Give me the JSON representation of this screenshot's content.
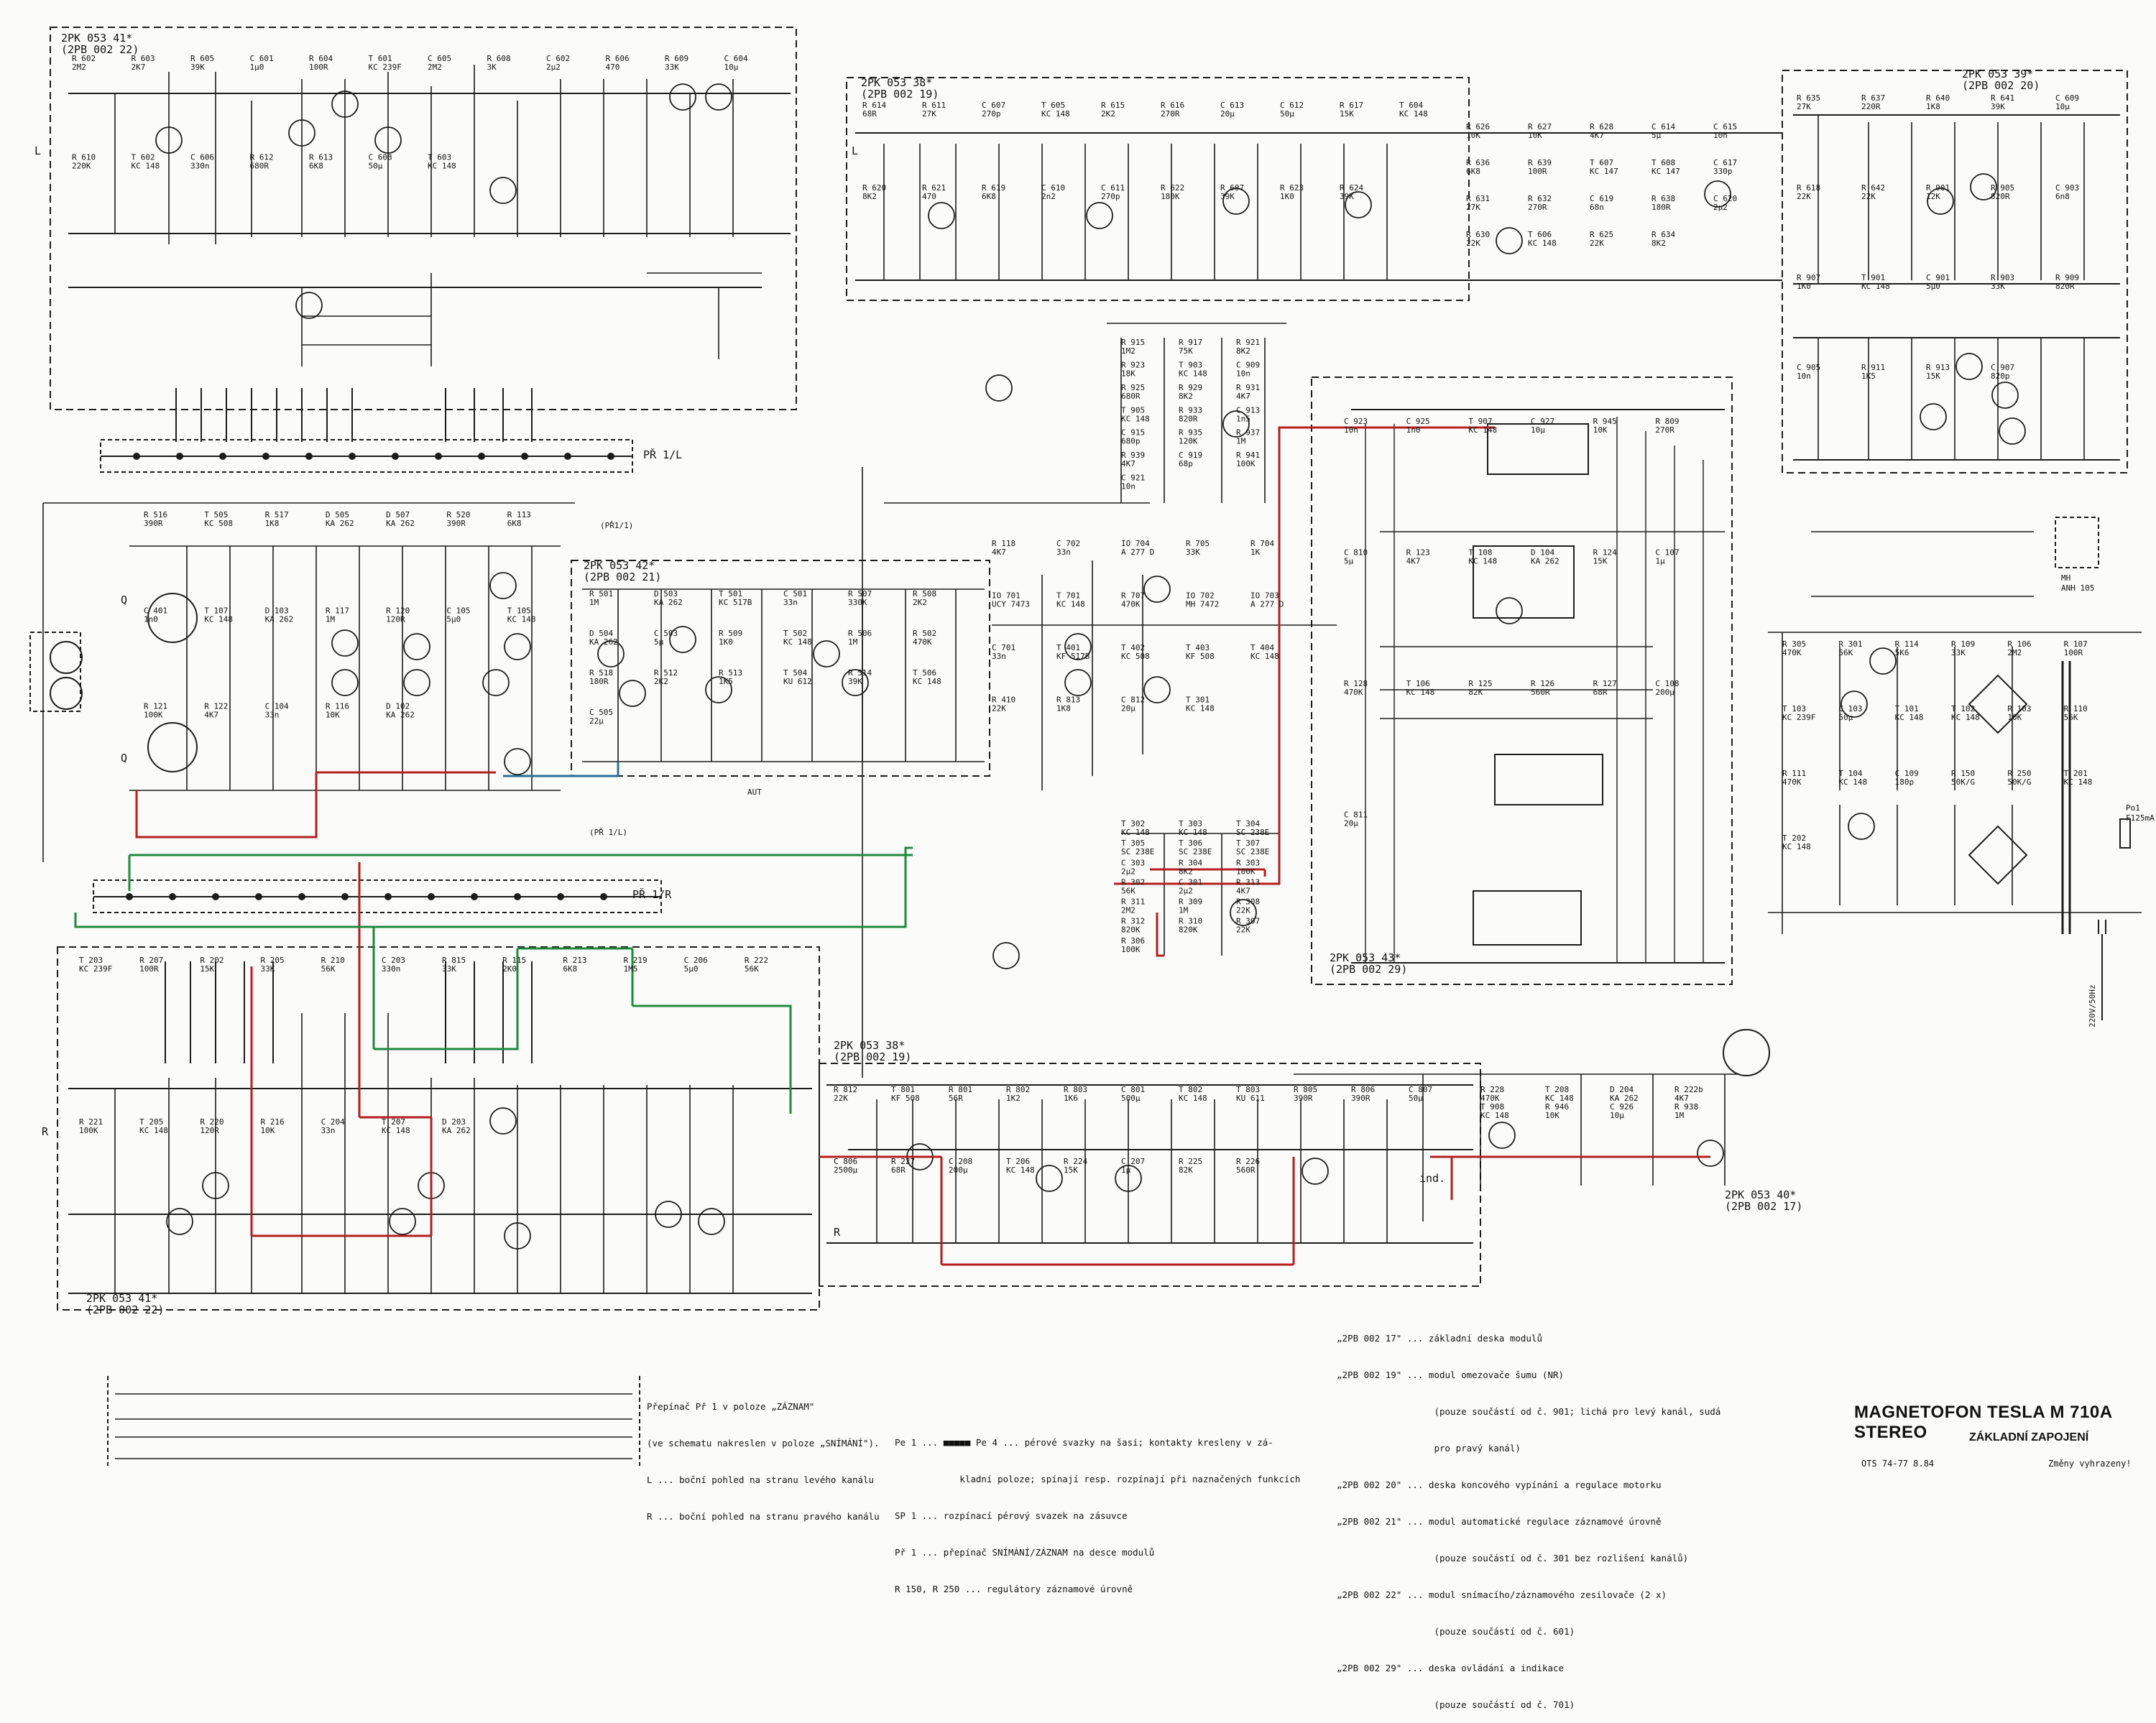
{
  "title": "MAGNETOFON TESLA M 710A STEREO",
  "subtitle": "ZÁKLADNÍ ZAPOJENÍ",
  "footer": {
    "code": "OTS 74-77 8.84",
    "note": "Změny vyhrazeny!"
  },
  "legend_switch": [
    "Přepínač Př 1 v poloze „ZÁZNAM\"",
    "(ve schematu nakreslen v poloze „SNÍMÁNÍ\").",
    "L ... boční pohled na stranu levého kanálu",
    "R ... boční pohled na stranu pravého kanálu"
  ],
  "legend_functions": [
    "Pe 1 ... ■■■■■ Pe 4 ... pérové svazky na šasi; kontakty kresleny v zá-",
    "            kladní poloze; spínají resp. rozpínají při naznačených funkcích",
    "SP 1 ... rozpínací pérový svazek na zásuvce",
    "Př 1 ... přepínač SNÍMÁNÍ/ZÁZNAM na desce modulů",
    "R 150, R 250 ... regulátory záznamové úrovně"
  ],
  "legend_modules": [
    "„2PB 002 17\" ... základní deska modulů",
    "„2PB 002 19\" ... modul omezovače šumu (NR)",
    "                  (pouze součástí od č. 901; lichá pro levý kanál, sudá",
    "                  pro pravý kanál)",
    "„2PB 002 20\" ... deska koncového vypínání a regulace motorku",
    "„2PB 002 21\" ... modul automatické regulace záznamové úrovně",
    "                  (pouze součástí od č. 301 bez rozlišení kanálů)",
    "„2PB 002 22\" ... modul snímacího/záznamového zesilovače (2 x)",
    "                  (pouze součástí od č. 601)",
    "„2PB 002 29\" ... deska ovládání a indikace",
    "                  (pouze součástí od č. 701)"
  ],
  "module_labels": [
    {
      "id": "m-top-left",
      "line1": "2PK 053 41*",
      "line2": "(2PB 002 22)"
    },
    {
      "id": "m-top-nr",
      "line1": "2PK 053 38*",
      "line2": "(2PB 002 19)"
    },
    {
      "id": "m-top-right",
      "line1": "2PK 053 39*",
      "line2": "(2PB 002 20)"
    },
    {
      "id": "m-alc",
      "line1": "2PK 053 42*",
      "line2": "(2PB 002 21)"
    },
    {
      "id": "m-ctrl",
      "line1": "2PK 053 43*",
      "line2": "(2PB 002 29)"
    },
    {
      "id": "m-bottom-left",
      "line1": "2PK 053 41*",
      "line2": "(2PB 002 22)"
    },
    {
      "id": "m-bottom-nr",
      "line1": "2PK 053 38*",
      "line2": "(2PB 002 19)"
    },
    {
      "id": "m-base",
      "line1": "2PK 053 40*",
      "line2": "(2PB 002 17)"
    }
  ],
  "switch_labels": {
    "pr1l": "PŘ 1/L",
    "pr1r": "PŘ 1/R",
    "pr1_1": "(PŘ1/1)",
    "pr1l_b": "(PŘ 1/L)"
  },
  "side_labels": {
    "left_l": "L",
    "left_r": "R",
    "nr_l": "L",
    "nr_r": "R",
    "ind": "ind.",
    "aut": "AUT",
    "mains": "220V/50Hz",
    "fuse": "Po1",
    "fuse_val": "F125mA",
    "head": "MH",
    "head_type": "ANH 105",
    "mic_l": "Q",
    "mic_r": "Q"
  },
  "components": [
    {
      "ref": "R 602",
      "val": "2M2"
    },
    {
      "ref": "R 603",
      "val": "2K7"
    },
    {
      "ref": "R 605",
      "val": "39K"
    },
    {
      "ref": "C 601",
      "val": "1µ0"
    },
    {
      "ref": "R 604",
      "val": "100R"
    },
    {
      "ref": "T 601",
      "val": "KC 239F"
    },
    {
      "ref": "C 605",
      "val": "2M2"
    },
    {
      "ref": "R 608",
      "val": "3K"
    },
    {
      "ref": "C 602",
      "val": "2µ2"
    },
    {
      "ref": "R 606",
      "val": "470"
    },
    {
      "ref": "R 609",
      "val": "33K"
    },
    {
      "ref": "C 604",
      "val": "10µ"
    },
    {
      "ref": "R 610",
      "val": "220K"
    },
    {
      "ref": "T 602",
      "val": "KC 148"
    },
    {
      "ref": "C 606",
      "val": "330n"
    },
    {
      "ref": "R 612",
      "val": "680R"
    },
    {
      "ref": "R 613",
      "val": "6K8"
    },
    {
      "ref": "C 608",
      "val": "50µ"
    },
    {
      "ref": "T 603",
      "val": "KC 148"
    },
    {
      "ref": "R 614",
      "val": "68R"
    },
    {
      "ref": "R 611",
      "val": "27K"
    },
    {
      "ref": "C 607",
      "val": "270p"
    },
    {
      "ref": "T 605",
      "val": "KC 148"
    },
    {
      "ref": "R 615",
      "val": "2K2"
    },
    {
      "ref": "R 616",
      "val": "270R"
    },
    {
      "ref": "C 613",
      "val": "20µ"
    },
    {
      "ref": "C 612",
      "val": "50µ"
    },
    {
      "ref": "R 617",
      "val": "15K"
    },
    {
      "ref": "T 604",
      "val": "KC 148"
    },
    {
      "ref": "R 620",
      "val": "8K2"
    },
    {
      "ref": "R 621",
      "val": "470"
    },
    {
      "ref": "R 619",
      "val": "6K8"
    },
    {
      "ref": "C 610",
      "val": "2n2"
    },
    {
      "ref": "C 611",
      "val": "270p"
    },
    {
      "ref": "R 622",
      "val": "180K"
    },
    {
      "ref": "R 607",
      "val": "39K"
    },
    {
      "ref": "R 623",
      "val": "1K0"
    },
    {
      "ref": "R 624",
      "val": "39K"
    },
    {
      "ref": "R 626",
      "val": "10K"
    },
    {
      "ref": "R 627",
      "val": "10K"
    },
    {
      "ref": "R 628",
      "val": "4K7"
    },
    {
      "ref": "C 614",
      "val": "5µ"
    },
    {
      "ref": "C 615",
      "val": "10n"
    },
    {
      "ref": "R 636",
      "val": "6K8"
    },
    {
      "ref": "R 639",
      "val": "100R"
    },
    {
      "ref": "T 607",
      "val": "KC 147"
    },
    {
      "ref": "T 608",
      "val": "KC 147"
    },
    {
      "ref": "C 617",
      "val": "330p"
    },
    {
      "ref": "R 631",
      "val": "27K"
    },
    {
      "ref": "R 632",
      "val": "270R"
    },
    {
      "ref": "C 619",
      "val": "68n"
    },
    {
      "ref": "R 638",
      "val": "180R"
    },
    {
      "ref": "C 620",
      "val": "2µ2"
    },
    {
      "ref": "R 630",
      "val": "22K"
    },
    {
      "ref": "T 606",
      "val": "KC 148"
    },
    {
      "ref": "R 625",
      "val": "22K"
    },
    {
      "ref": "R 634",
      "val": "8K2"
    },
    {
      "ref": "R 635",
      "val": "27K"
    },
    {
      "ref": "R 637",
      "val": "220R"
    },
    {
      "ref": "R 640",
      "val": "1K8"
    },
    {
      "ref": "R 641",
      "val": "39K"
    },
    {
      "ref": "C 609",
      "val": "10µ"
    },
    {
      "ref": "R 618",
      "val": "22K"
    },
    {
      "ref": "R 642",
      "val": "22K"
    },
    {
      "ref": "R 901",
      "val": "12K"
    },
    {
      "ref": "R 905",
      "val": "820R"
    },
    {
      "ref": "C 903",
      "val": "6n8"
    },
    {
      "ref": "R 907",
      "val": "1K0"
    },
    {
      "ref": "T 901",
      "val": "KC 148"
    },
    {
      "ref": "C 901",
      "val": "5µ0"
    },
    {
      "ref": "R 903",
      "val": "33K"
    },
    {
      "ref": "R 909",
      "val": "820R"
    },
    {
      "ref": "C 905",
      "val": "10n"
    },
    {
      "ref": "R 911",
      "val": "1K5"
    },
    {
      "ref": "R 913",
      "val": "15K"
    },
    {
      "ref": "C 907",
      "val": "820p"
    },
    {
      "ref": "R 915",
      "val": "1M2"
    },
    {
      "ref": "R 917",
      "val": "75K"
    },
    {
      "ref": "R 921",
      "val": "8K2"
    },
    {
      "ref": "R 923",
      "val": "18K"
    },
    {
      "ref": "T 903",
      "val": "KC 148"
    },
    {
      "ref": "C 909",
      "val": "10n"
    },
    {
      "ref": "R 925",
      "val": "680R"
    },
    {
      "ref": "R 929",
      "val": "8K2"
    },
    {
      "ref": "R 931",
      "val": "4K7"
    },
    {
      "ref": "T 905",
      "val": "KC 148"
    },
    {
      "ref": "R 933",
      "val": "820R"
    },
    {
      "ref": "C 913",
      "val": "1n5"
    },
    {
      "ref": "C 915",
      "val": "680p"
    },
    {
      "ref": "R 935",
      "val": "120K"
    },
    {
      "ref": "R 937",
      "val": "1M"
    },
    {
      "ref": "R 939",
      "val": "4K7"
    },
    {
      "ref": "C 919",
      "val": "68p"
    },
    {
      "ref": "R 941",
      "val": "100K"
    },
    {
      "ref": "C 921",
      "val": "10n"
    },
    {
      "ref": "C 923",
      "val": "10n"
    },
    {
      "ref": "C 925",
      "val": "1n0"
    },
    {
      "ref": "T 907",
      "val": "KC 148"
    },
    {
      "ref": "C 927",
      "val": "10µ"
    },
    {
      "ref": "R 945",
      "val": "10K"
    },
    {
      "ref": "R 809",
      "val": "270R"
    },
    {
      "ref": "C 810",
      "val": "5µ"
    },
    {
      "ref": "R 123",
      "val": "4K7"
    },
    {
      "ref": "T 108",
      "val": "KC 148"
    },
    {
      "ref": "D 104",
      "val": "KA 262"
    },
    {
      "ref": "R 124",
      "val": "15K"
    },
    {
      "ref": "C 107",
      "val": "1µ"
    },
    {
      "ref": "R 128",
      "val": "470K"
    },
    {
      "ref": "T 106",
      "val": "KC 148"
    },
    {
      "ref": "R 125",
      "val": "82K"
    },
    {
      "ref": "R 126",
      "val": "560R"
    },
    {
      "ref": "R 127",
      "val": "68R"
    },
    {
      "ref": "C 108",
      "val": "200µ"
    },
    {
      "ref": "C 811",
      "val": "20µ"
    },
    {
      "ref": "R 501",
      "val": "1M"
    },
    {
      "ref": "D 503",
      "val": "KA 262"
    },
    {
      "ref": "T 501",
      "val": "KC 517B"
    },
    {
      "ref": "C 501",
      "val": "33n"
    },
    {
      "ref": "R 507",
      "val": "330K"
    },
    {
      "ref": "R 508",
      "val": "2K2"
    },
    {
      "ref": "D 504",
      "val": "KA 262"
    },
    {
      "ref": "C 503",
      "val": "5µ"
    },
    {
      "ref": "R 509",
      "val": "1K0"
    },
    {
      "ref": "T 502",
      "val": "KC 148"
    },
    {
      "ref": "R 506",
      "val": "1M"
    },
    {
      "ref": "R 502",
      "val": "470K"
    },
    {
      "ref": "R 518",
      "val": "180R"
    },
    {
      "ref": "R 512",
      "val": "2K2"
    },
    {
      "ref": "R 513",
      "val": "1K5"
    },
    {
      "ref": "T 504",
      "val": "KU 612"
    },
    {
      "ref": "R 514",
      "val": "39K"
    },
    {
      "ref": "T 506",
      "val": "KC 148"
    },
    {
      "ref": "C 505",
      "val": "22µ"
    },
    {
      "ref": "R 516",
      "val": "390R"
    },
    {
      "ref": "T 505",
      "val": "KC 508"
    },
    {
      "ref": "R 517",
      "val": "1K8"
    },
    {
      "ref": "D 505",
      "val": "KA 262"
    },
    {
      "ref": "D 507",
      "val": "KA 262"
    },
    {
      "ref": "R 520",
      "val": "390R"
    },
    {
      "ref": "R 113",
      "val": "6K8"
    },
    {
      "ref": "C 401",
      "val": "1n0"
    },
    {
      "ref": "T 107",
      "val": "KC 148"
    },
    {
      "ref": "D 103",
      "val": "KA 262"
    },
    {
      "ref": "R 117",
      "val": "1M"
    },
    {
      "ref": "R 120",
      "val": "120R"
    },
    {
      "ref": "C 105",
      "val": "5µ0"
    },
    {
      "ref": "T 105",
      "val": "KC 148"
    },
    {
      "ref": "R 121",
      "val": "100K"
    },
    {
      "ref": "R 122",
      "val": "4K7"
    },
    {
      "ref": "C 104",
      "val": "33n"
    },
    {
      "ref": "R 116",
      "val": "10K"
    },
    {
      "ref": "D 102",
      "val": "KA 262"
    },
    {
      "ref": "R 118",
      "val": "4K7"
    },
    {
      "ref": "C 702",
      "val": "33n"
    },
    {
      "ref": "IO 704",
      "val": "A 277 D"
    },
    {
      "ref": "R 705",
      "val": "33K"
    },
    {
      "ref": "R 704",
      "val": "1K"
    },
    {
      "ref": "IO 701",
      "val": "UCY 7473"
    },
    {
      "ref": "T 701",
      "val": "KC 148"
    },
    {
      "ref": "R 707",
      "val": "470K"
    },
    {
      "ref": "IO 702",
      "val": "MH 7472"
    },
    {
      "ref": "IO 703",
      "val": "A 277 D"
    },
    {
      "ref": "C 701",
      "val": "33n"
    },
    {
      "ref": "T 401",
      "val": "KF 517B"
    },
    {
      "ref": "T 402",
      "val": "KC 508"
    },
    {
      "ref": "T 403",
      "val": "KF 508"
    },
    {
      "ref": "T 404",
      "val": "KC 148"
    },
    {
      "ref": "R 410",
      "val": "22K"
    },
    {
      "ref": "R 813",
      "val": "1K8"
    },
    {
      "ref": "C 812",
      "val": "20µ"
    },
    {
      "ref": "T 301",
      "val": "KC 148"
    },
    {
      "ref": "T 302",
      "val": "KC 148"
    },
    {
      "ref": "T 303",
      "val": "KC 148"
    },
    {
      "ref": "T 304",
      "val": "SC 238E"
    },
    {
      "ref": "T 305",
      "val": "SC 238E"
    },
    {
      "ref": "T 306",
      "val": "SC 238E"
    },
    {
      "ref": "T 307",
      "val": "SC 238E"
    },
    {
      "ref": "C 303",
      "val": "2µ2"
    },
    {
      "ref": "R 304",
      "val": "8K2"
    },
    {
      "ref": "R 303",
      "val": "100K"
    },
    {
      "ref": "R 302",
      "val": "56K"
    },
    {
      "ref": "C 301",
      "val": "2µ2"
    },
    {
      "ref": "R 313",
      "val": "4K7"
    },
    {
      "ref": "R 311",
      "val": "2M2"
    },
    {
      "ref": "R 309",
      "val": "1M"
    },
    {
      "ref": "R 308",
      "val": "22K"
    },
    {
      "ref": "R 312",
      "val": "820K"
    },
    {
      "ref": "R 310",
      "val": "820K"
    },
    {
      "ref": "R 307",
      "val": "22K"
    },
    {
      "ref": "R 306",
      "val": "100K"
    },
    {
      "ref": "R 305",
      "val": "470K"
    },
    {
      "ref": "R 301",
      "val": "56K"
    },
    {
      "ref": "R 114",
      "val": "5K6"
    },
    {
      "ref": "R 109",
      "val": "33K"
    },
    {
      "ref": "R 106",
      "val": "2M2"
    },
    {
      "ref": "R 107",
      "val": "100R"
    },
    {
      "ref": "T 103",
      "val": "KC 239F"
    },
    {
      "ref": "C 103",
      "val": "50µ"
    },
    {
      "ref": "T 101",
      "val": "KC 148"
    },
    {
      "ref": "T 102",
      "val": "KC 148"
    },
    {
      "ref": "R 103",
      "val": "10K"
    },
    {
      "ref": "R 110",
      "val": "56K"
    },
    {
      "ref": "R 111",
      "val": "470K"
    },
    {
      "ref": "T 104",
      "val": "KC 148"
    },
    {
      "ref": "C 109",
      "val": "180p"
    },
    {
      "ref": "R 150",
      "val": "50K/G"
    },
    {
      "ref": "R 250",
      "val": "50K/G"
    },
    {
      "ref": "T 201",
      "val": "KC 148"
    },
    {
      "ref": "T 202",
      "val": "KC 148"
    },
    {
      "ref": "T 203",
      "val": "KC 239F"
    },
    {
      "ref": "R 207",
      "val": "100R"
    },
    {
      "ref": "R 202",
      "val": "15K"
    },
    {
      "ref": "R 205",
      "val": "33K"
    },
    {
      "ref": "R 210",
      "val": "56K"
    },
    {
      "ref": "C 203",
      "val": "330n"
    },
    {
      "ref": "R 815",
      "val": "33K"
    },
    {
      "ref": "R 115",
      "val": "2K0"
    },
    {
      "ref": "R 213",
      "val": "6K8"
    },
    {
      "ref": "R 219",
      "val": "1M5"
    },
    {
      "ref": "C 206",
      "val": "5µ0"
    },
    {
      "ref": "R 222",
      "val": "56K"
    },
    {
      "ref": "R 221",
      "val": "100K"
    },
    {
      "ref": "T 205",
      "val": "KC 148"
    },
    {
      "ref": "R 220",
      "val": "120R"
    },
    {
      "ref": "R 216",
      "val": "10K"
    },
    {
      "ref": "C 204",
      "val": "33n"
    },
    {
      "ref": "T 207",
      "val": "KC 148"
    },
    {
      "ref": "D 203",
      "val": "KA 262"
    },
    {
      "ref": "R 812",
      "val": "22K"
    },
    {
      "ref": "T 801",
      "val": "KF 508"
    },
    {
      "ref": "R 801",
      "val": "56R"
    },
    {
      "ref": "R 802",
      "val": "1K2"
    },
    {
      "ref": "R 803",
      "val": "1K6"
    },
    {
      "ref": "C 801",
      "val": "500µ"
    },
    {
      "ref": "T 802",
      "val": "KC 148"
    },
    {
      "ref": "T 803",
      "val": "KU 611"
    },
    {
      "ref": "R 805",
      "val": "390R"
    },
    {
      "ref": "R 806",
      "val": "390R"
    },
    {
      "ref": "C 807",
      "val": "50µ"
    },
    {
      "ref": "C 806",
      "val": "2500µ"
    },
    {
      "ref": "R 227",
      "val": "68R"
    },
    {
      "ref": "C 208",
      "val": "200µ"
    },
    {
      "ref": "T 206",
      "val": "KC 148"
    },
    {
      "ref": "R 224",
      "val": "15K"
    },
    {
      "ref": "C 207",
      "val": "1µ"
    },
    {
      "ref": "R 225",
      "val": "82K"
    },
    {
      "ref": "R 226",
      "val": "560R"
    },
    {
      "ref": "R 228",
      "val": "470K"
    },
    {
      "ref": "T 208",
      "val": "KC 148"
    },
    {
      "ref": "D 204",
      "val": "KA 262"
    },
    {
      "ref": "R 222b",
      "val": "4K7"
    },
    {
      "ref": "T 908",
      "val": "KC 148"
    },
    {
      "ref": "R 946",
      "val": "10K"
    },
    {
      "ref": "C 926",
      "val": "10µ"
    },
    {
      "ref": "R 938",
      "val": "1M"
    }
  ],
  "colors": {
    "wire": "#1c1c1c",
    "record_path_red": "#b41e1e",
    "play_path_green": "#1f8a3c",
    "monitor_blue": "#2a6f9c",
    "paper": "#fbfbfa"
  }
}
